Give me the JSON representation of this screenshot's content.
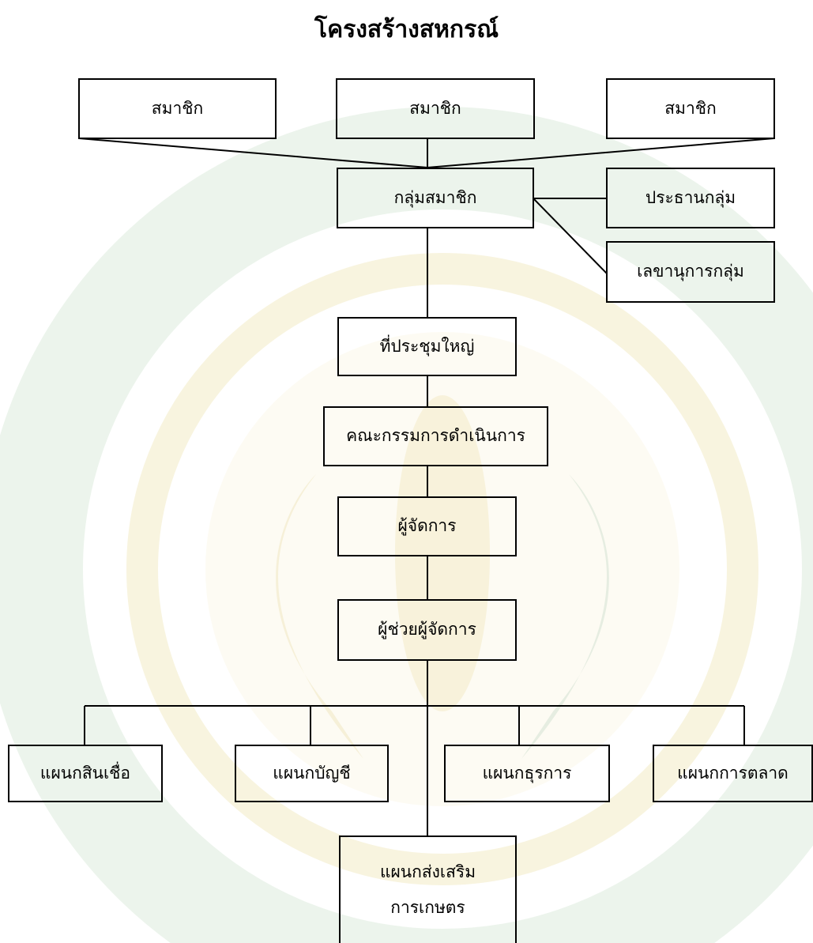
{
  "title": "โครงสร้างสหกรณ์",
  "nodes": {
    "member_left": "สมาชิก",
    "member_center": "สมาชิก",
    "member_right": "สมาชิก",
    "member_group": "กลุ่มสมาชิก",
    "group_chair": "ประธานกลุ่ม",
    "group_secretary": "เลขานุการกลุ่ม",
    "general_meeting": "ที่ประชุมใหญ่",
    "board": "คณะกรรมการดำเนินการ",
    "manager": "ผู้จัดการ",
    "assistant_manager": "ผู้ช่วยผู้จัดการ",
    "credit_dept": "แผนกสินเชื่อ",
    "accounting_dept": "แผนกบัญชี",
    "business_dept": "แผนกธุรการ",
    "marketing_dept": "แผนกการตลาด",
    "extension_dept_line1": "แผนกส่งเสริม",
    "extension_dept_line2": "การเกษตร"
  },
  "colors": {
    "line": "#000000",
    "watermark_green": "#cfe3cf",
    "watermark_gold": "#f2e6b8"
  }
}
